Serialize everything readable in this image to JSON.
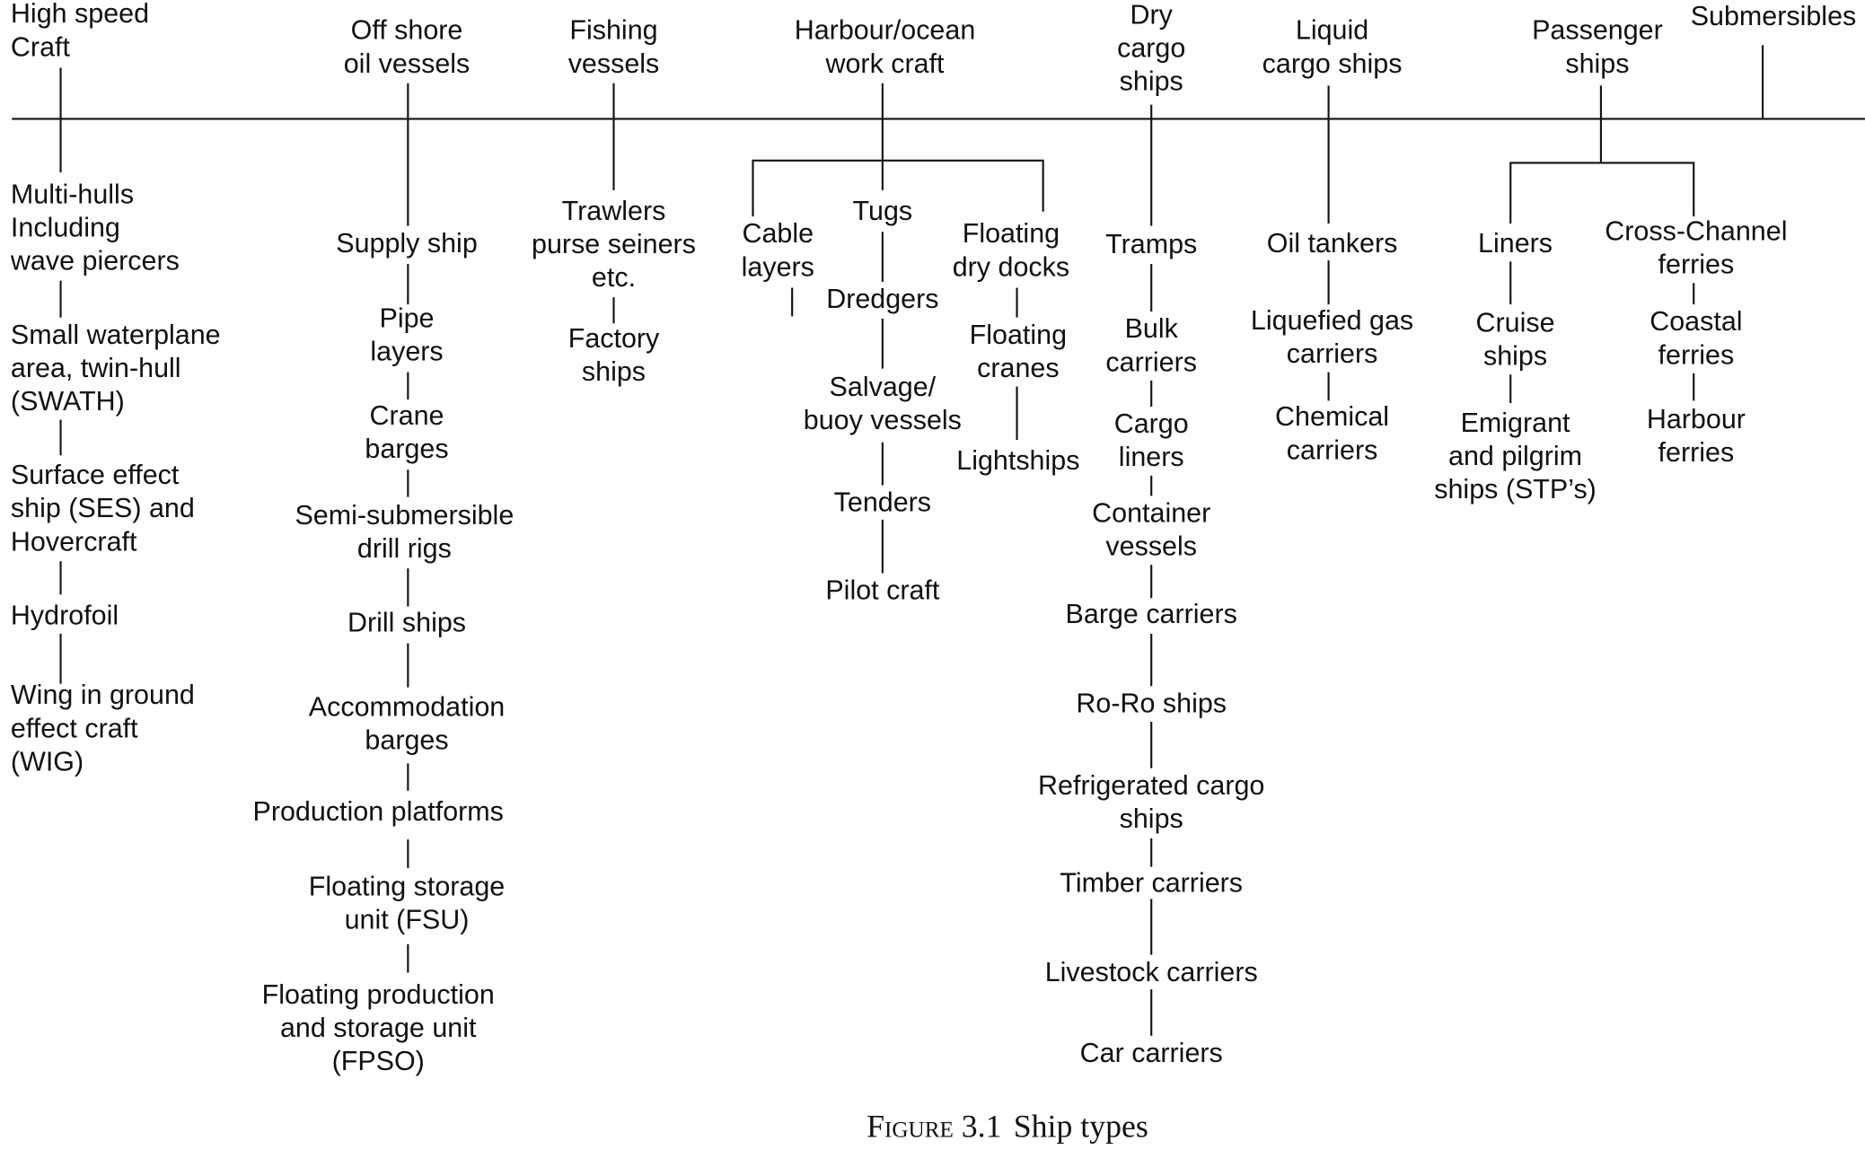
{
  "categories": [
    {
      "label": "High speed\nCraft",
      "items": [
        "Multi-hulls\nIncluding\nwave piercers",
        "Small waterplane\narea, twin-hull\n(SWATH)",
        "Surface effect\nship (SES) and\nHovercraft",
        "Hydrofoil",
        "Wing in ground\neffect craft\n(WIG)"
      ]
    },
    {
      "label": "Off shore\noil vessels",
      "items": [
        "Supply ship",
        "Pipe\nlayers",
        "Crane\nbarges",
        "Semi-submersible\ndrill rigs",
        "Drill ships",
        "Accommodation\nbarges",
        "Production platforms",
        "Floating storage\nunit (FSU)",
        "Floating production\nand storage unit\n(FPSO)"
      ]
    },
    {
      "label": "Fishing\nvessels",
      "items": [
        "Trawlers\npurse seiners\netc.",
        "Factory\nships"
      ]
    },
    {
      "label": "Harbour/ocean\nwork craft",
      "items": [
        "Cable\nlayers",
        "Tugs",
        "Dredgers",
        "Salvage/\nbuoy vessels",
        "Tenders",
        "Pilot craft",
        "Floating\ndry docks",
        "Floating\ncranes",
        "Lightships"
      ]
    },
    {
      "label": "Dry\ncargo\nships",
      "items": [
        "Tramps",
        "Bulk\ncarriers",
        "Cargo\nliners",
        "Container\nvessels",
        "Barge carriers",
        "Ro-Ro ships",
        "Refrigerated cargo\nships",
        "Timber carriers",
        "Livestock carriers",
        "Car carriers"
      ]
    },
    {
      "label": "Liquid\ncargo ships",
      "items": [
        "Oil tankers",
        "Liquefied gas\ncarriers",
        "Chemical\ncarriers"
      ]
    },
    {
      "label": "Passenger\nships",
      "items": [
        "Liners",
        "Cruise\nships",
        "Emigrant\nand pilgrim\nships (STP’s)",
        "Cross-Channel\nferries",
        "Coastal\nferries",
        "Harbour\nferries"
      ]
    },
    {
      "label": "Submersibles",
      "items": []
    }
  ],
  "caption": {
    "figure": "Figure 3.1",
    "title": "Ship types"
  }
}
